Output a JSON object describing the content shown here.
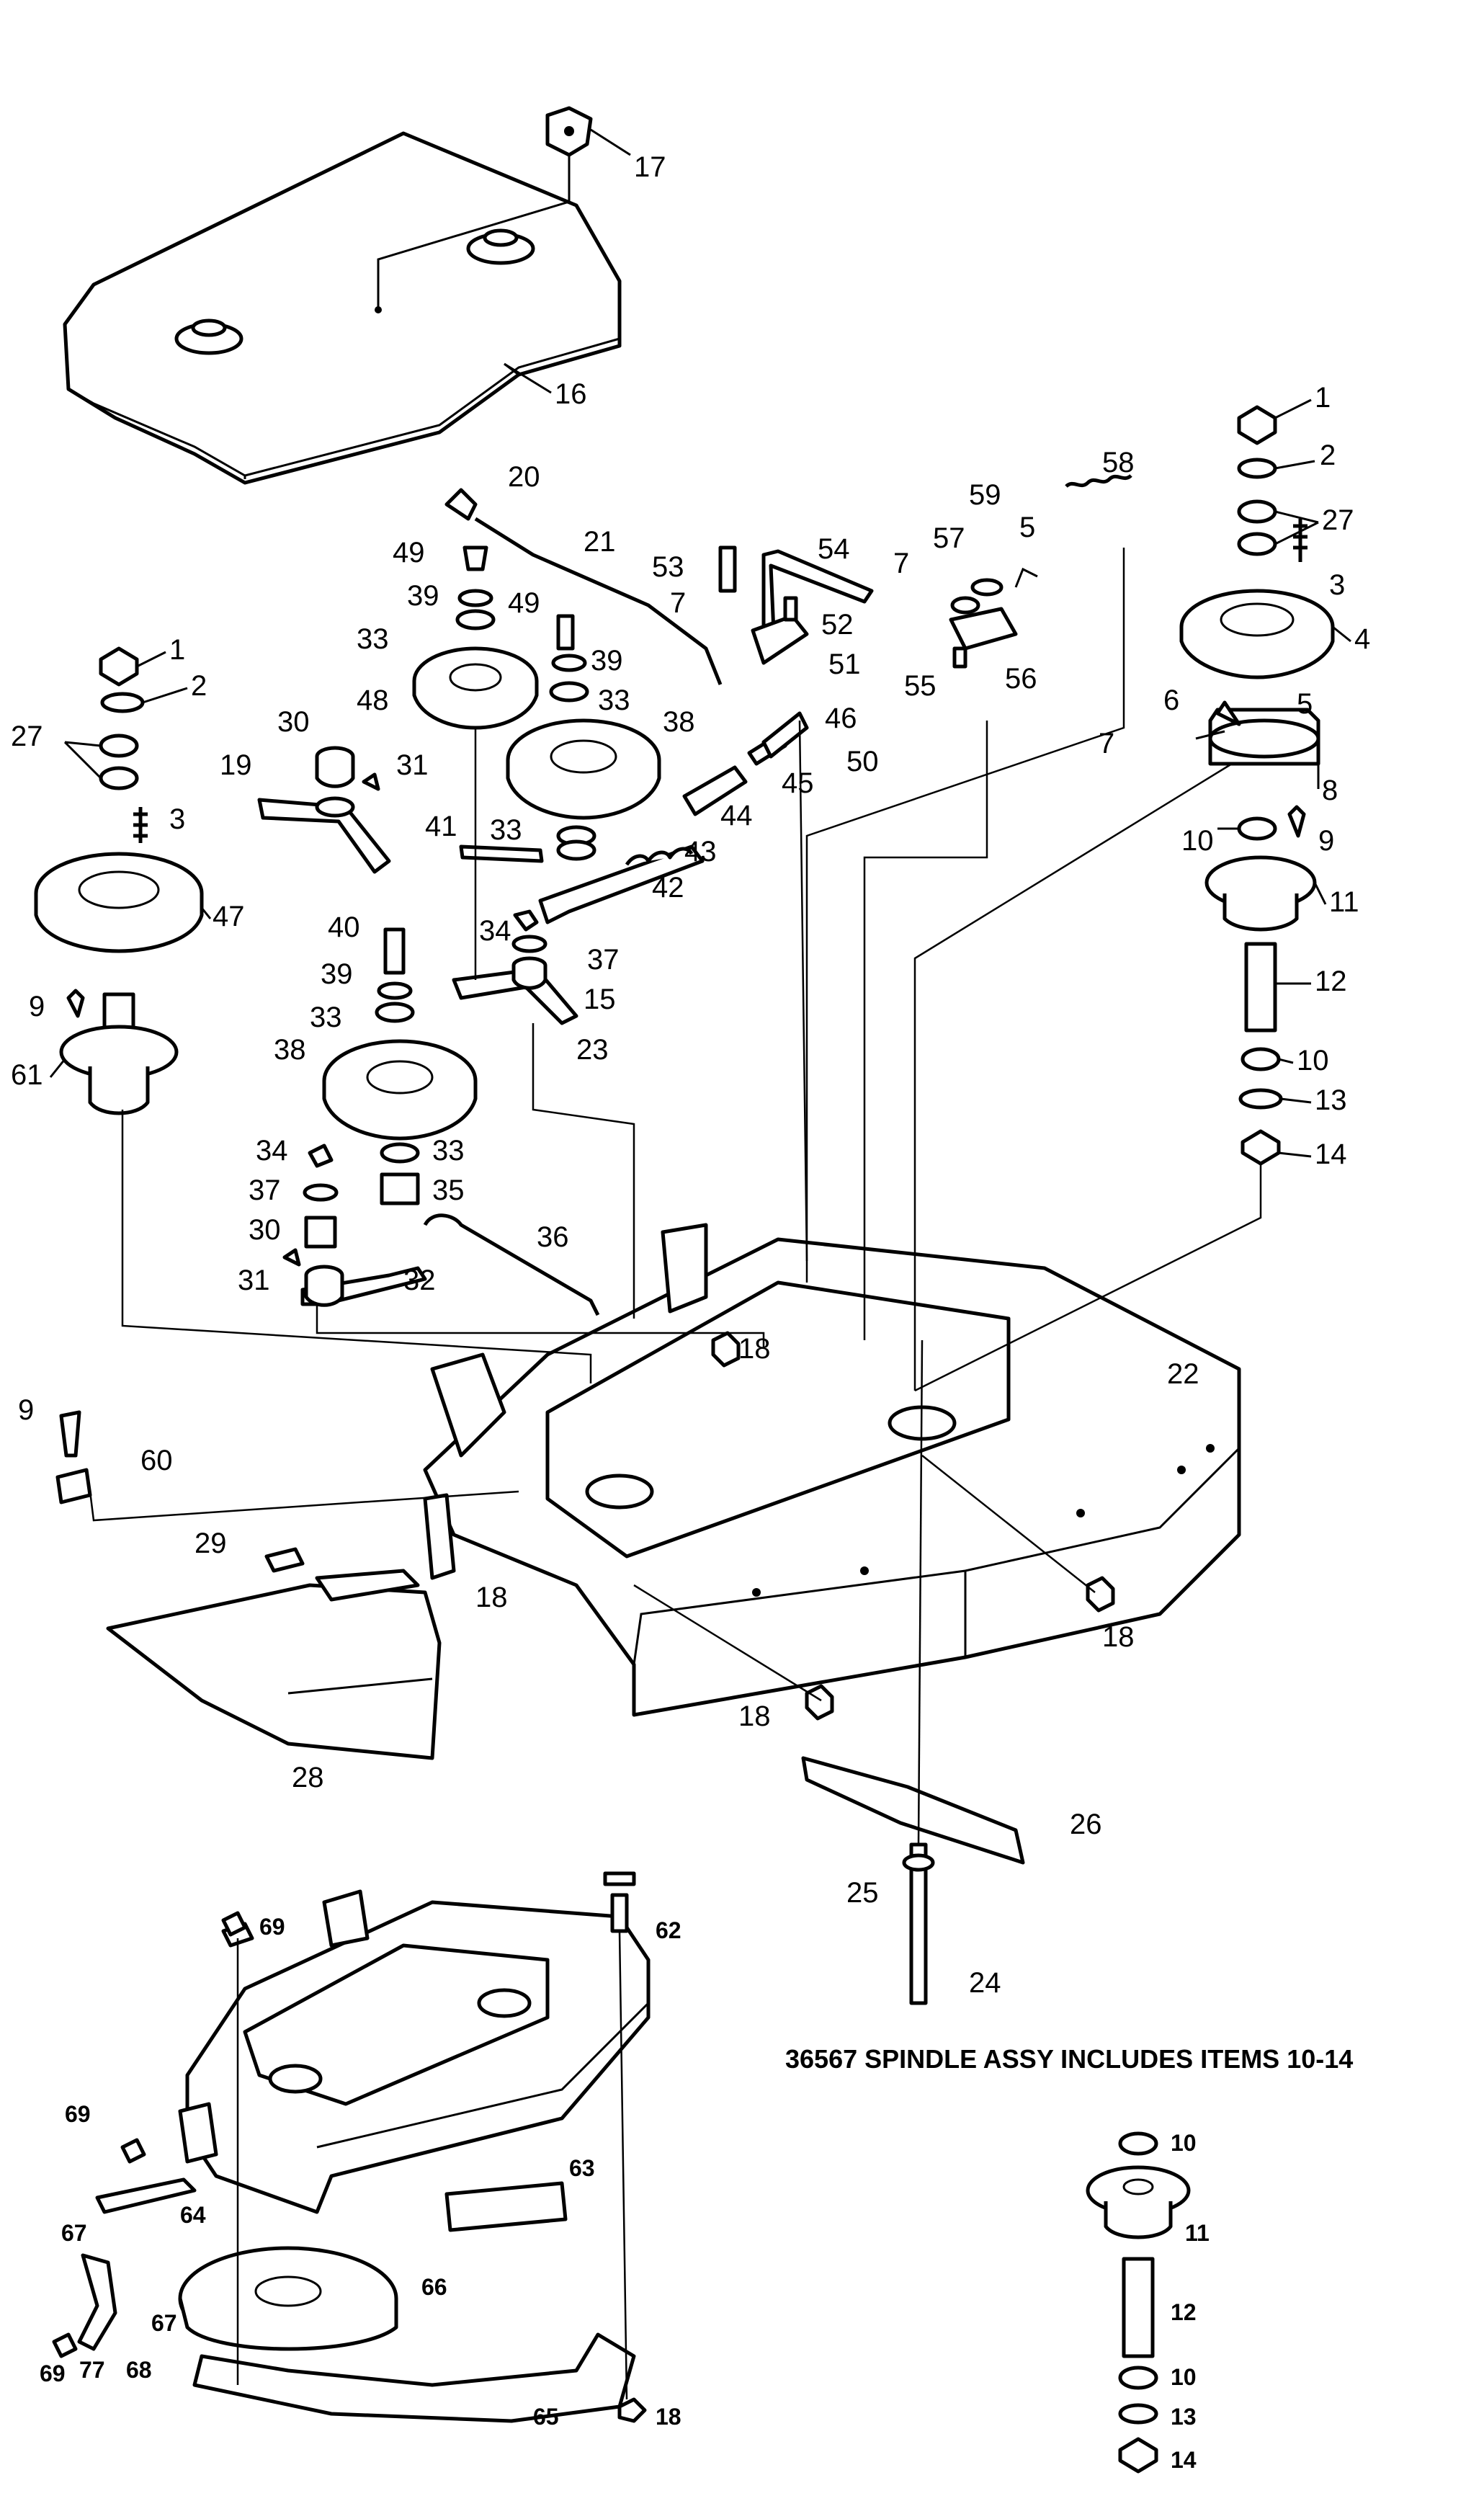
{
  "caption": "36567 SPINDLE ASSY INCLUDES ITEMS 10-14",
  "callouts": {
    "c1a": "1",
    "c2a": "2",
    "c27a": "27",
    "c3a": "3",
    "c4": "4",
    "c5a": "5",
    "c6": "6",
    "c8": "8",
    "c7a": "7",
    "c10a": "10",
    "c9a": "9",
    "c11a": "11",
    "c12a": "12",
    "c10b": "10",
    "c13a": "13",
    "c14a": "14",
    "c17": "17",
    "c16": "16",
    "c20": "20",
    "c21": "21",
    "c49a": "49",
    "c39a": "39",
    "c33a": "33",
    "c48": "48",
    "c49b": "49",
    "c39b": "39",
    "c33b": "33",
    "c38a": "38",
    "c30a": "30",
    "c31a": "31",
    "c19": "19",
    "c41": "41",
    "c33c": "33",
    "c44": "44",
    "c43": "43",
    "c42": "42",
    "c45": "45",
    "c46": "46",
    "c50": "50",
    "c53": "53",
    "c54": "54",
    "c7b": "7",
    "c52": "52",
    "c51": "51",
    "c55": "55",
    "c56": "56",
    "c57": "57",
    "c59": "59",
    "c5b": "5",
    "c58": "58",
    "c7c": "7",
    "c1b": "1",
    "c2b": "2",
    "c27b": "27",
    "c3b": "3",
    "c47": "47",
    "c9b": "9",
    "c61": "61",
    "c40": "40",
    "c39c": "39",
    "c33d": "33",
    "c34a": "34",
    "c37a": "37",
    "c15": "15",
    "c23": "23",
    "c38b": "38",
    "c34b": "34",
    "c37b": "37",
    "c30b": "30",
    "c33e": "33",
    "c35": "35",
    "c31b": "31",
    "c32": "32",
    "c36": "36",
    "c18a": "18",
    "c22": "22",
    "c9c": "9",
    "c60": "60",
    "c29": "29",
    "c18b": "18",
    "c18c": "18",
    "c18d": "18",
    "c28": "28",
    "c26": "26",
    "c25": "25",
    "c24": "24",
    "c69a": "69",
    "c62": "62",
    "c69b": "69",
    "c64": "64",
    "c67a": "67",
    "c63": "63",
    "c66": "66",
    "c67b": "67",
    "c69c": "69",
    "c77": "77",
    "c68": "68",
    "c65": "65",
    "c18e": "18",
    "s10a": "10",
    "s11": "11",
    "s12": "12",
    "s10b": "10",
    "s13": "13",
    "s14": "14"
  }
}
